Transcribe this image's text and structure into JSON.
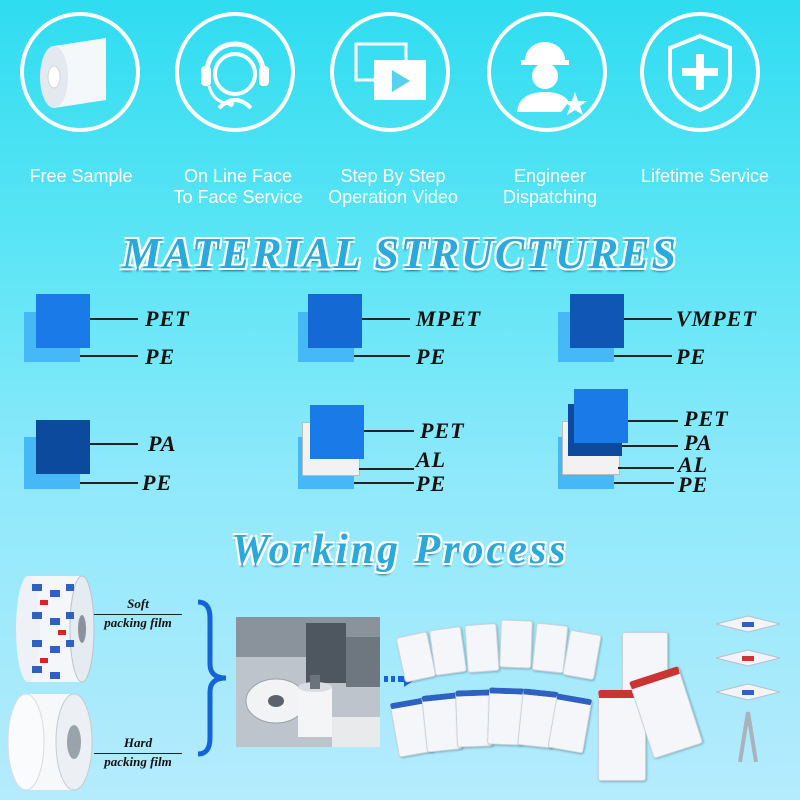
{
  "services": [
    {
      "label_lines": [
        "Free Sample"
      ],
      "icon": "film-roll-icon"
    },
    {
      "label_lines": [
        "On Line Face",
        "To Face Service"
      ],
      "icon": "headset-agent-icon"
    },
    {
      "label_lines": [
        "Step By Step",
        "Operation Video"
      ],
      "icon": "video-icon"
    },
    {
      "label_lines": [
        "Engineer",
        "Dispatching"
      ],
      "icon": "engineer-icon"
    },
    {
      "label_lines": [
        "Lifetime Service"
      ],
      "icon": "shield-plus-icon"
    }
  ],
  "headings": {
    "materials": "MATERIAL  STRUCTURES",
    "process": "Working Process"
  },
  "structures": {
    "s1": [
      "PET",
      "PE"
    ],
    "s2": [
      "MPET",
      "PE"
    ],
    "s3": [
      "VMPET",
      "PE"
    ],
    "s4": [
      "PA",
      "PE"
    ],
    "s5": [
      "PET",
      "AL",
      "PE"
    ],
    "s6": [
      "PET",
      "PA",
      "AL",
      "PE"
    ]
  },
  "films": {
    "soft": [
      "Soft",
      "packing film"
    ],
    "hard": [
      "Hard",
      "packing film"
    ]
  },
  "colors": {
    "pet": "#1a7be8",
    "pe": "#45b8f5",
    "mpet": "#1469d4",
    "vmpet": "#0f56b5",
    "pa": "#0c4a9e",
    "al": "#f2f2f2"
  }
}
